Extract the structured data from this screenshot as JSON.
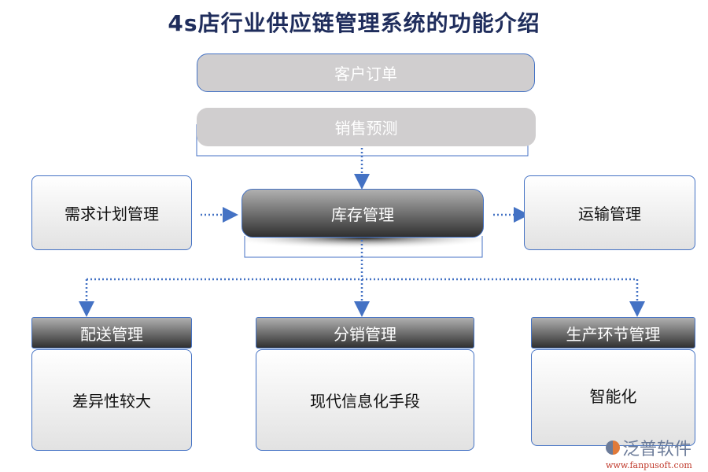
{
  "title": "4s店行业供应链管理系统的功能介绍",
  "top": {
    "customer_order": "客户订单",
    "sales_forecast": "销售预测"
  },
  "middle": {
    "left": "需求计划管理",
    "center": "库存管理",
    "right": "运输管理"
  },
  "bottom": [
    {
      "header": "配送管理",
      "body": "差异性较大"
    },
    {
      "header": "分销管理",
      "body": "现代信息化手段"
    },
    {
      "header": "生产环节管理",
      "body": "智能化"
    }
  ],
  "watermark": {
    "brand": "泛普软件",
    "url": "www.fanpusoft.com"
  },
  "colors": {
    "line": "#4472c4",
    "title": "#1f2d5c",
    "grey_box": "#d0cecf"
  }
}
